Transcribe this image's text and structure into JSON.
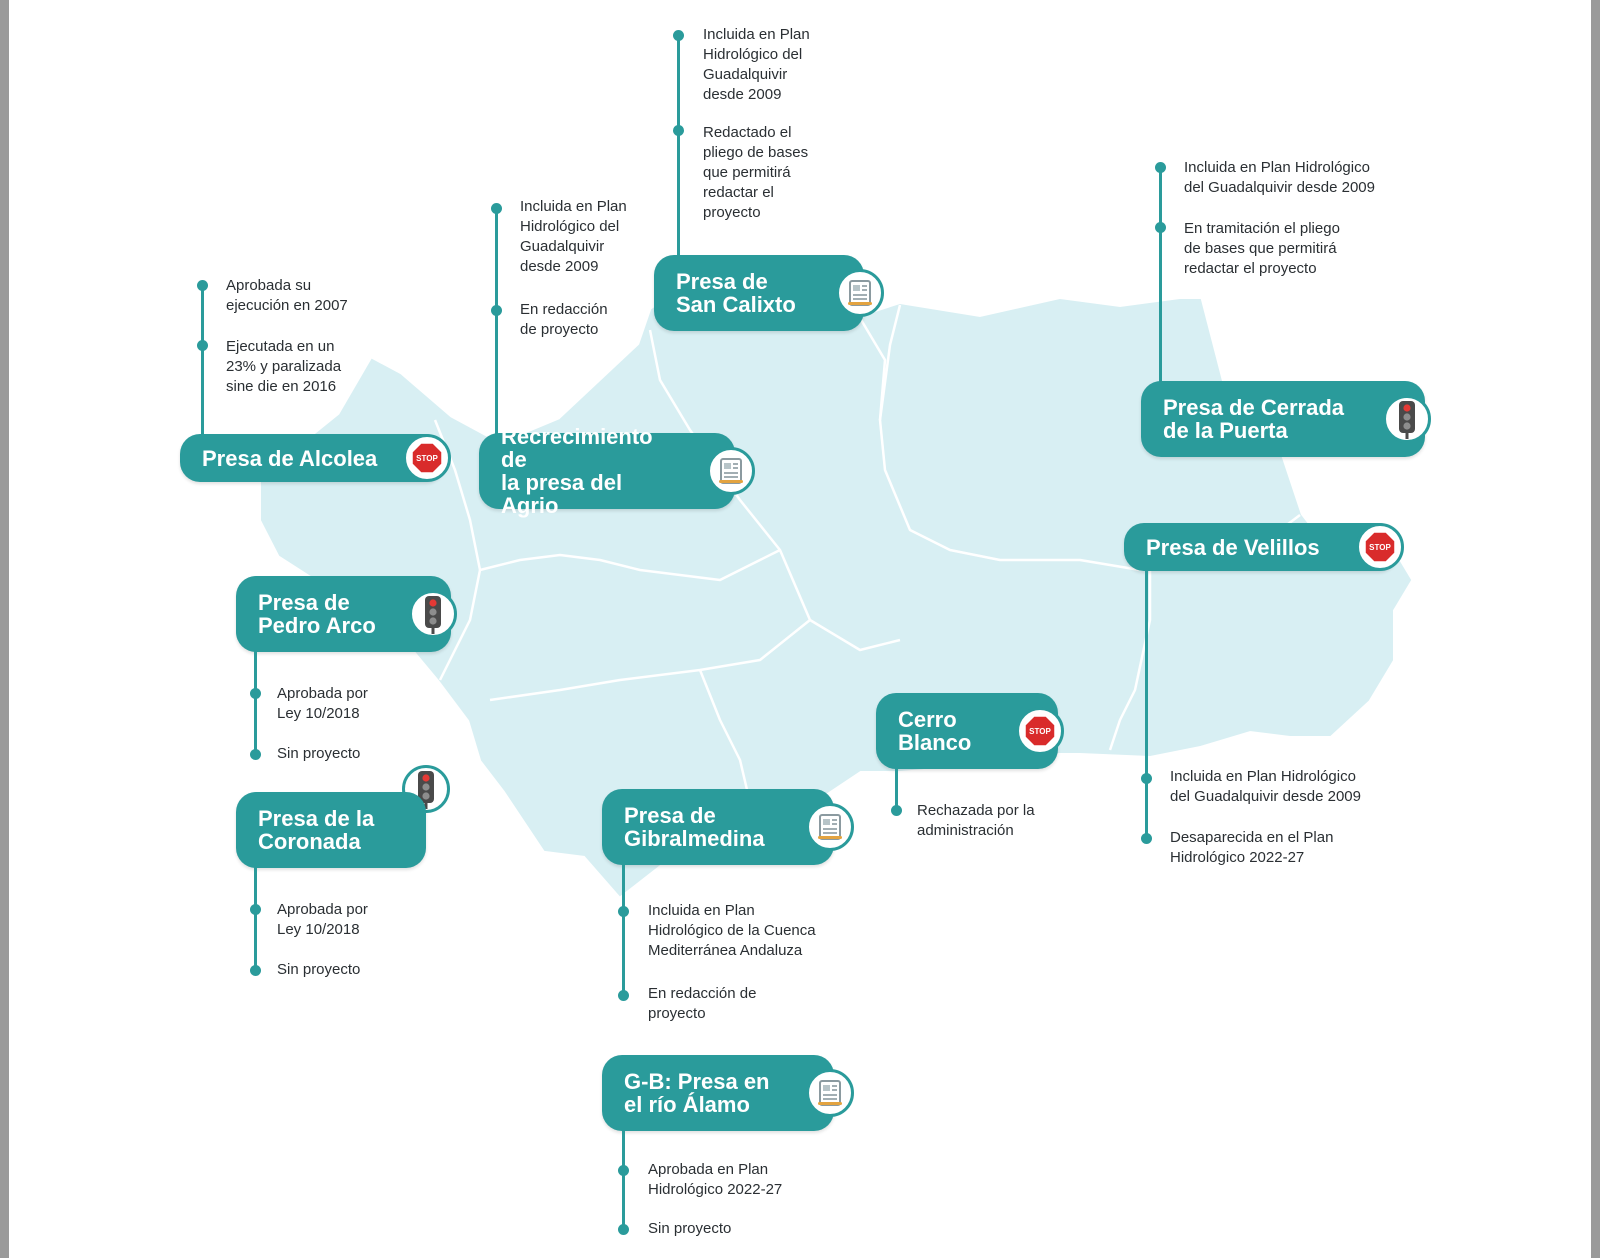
{
  "colors": {
    "accent": "#2a9b9b",
    "land": "#d8eff3",
    "stop": "#d92b2b",
    "text": "#2a2f33"
  },
  "icons": {
    "stop": "stop-sign-icon",
    "traffic_light": "traffic-light-icon",
    "document": "document-icon"
  },
  "stop_sign_text": "STOP",
  "dams": {
    "san_calixto": {
      "name": "Presa de\nSan Calixto",
      "status_icon": "document",
      "notes": [
        "Incluida en Plan\nHidrológico del\nGuadalquivir\ndesde 2009",
        "Redactado el\npliego de bases\nque permitirá\nredactar el\nproyecto"
      ]
    },
    "agrio": {
      "name": "Recrecimiento de\nla presa del Agrio",
      "status_icon": "document",
      "notes": [
        "Incluida en Plan\nHidrológico del\nGuadalquivir\ndesde 2009",
        "En redacción\nde proyecto"
      ]
    },
    "alcolea": {
      "name": "Presa de Alcolea",
      "status_icon": "stop",
      "notes": [
        "Aprobada su\nejecución en 2007",
        "Ejecutada en un\n23% y paralizada\nsine die en 2016"
      ]
    },
    "cerrada": {
      "name": "Presa de Cerrada\nde la Puerta",
      "status_icon": "traffic_light",
      "notes": [
        "Incluida en Plan Hidrológico\ndel Guadalquivir desde 2009",
        "En tramitación el pliego\nde bases que permitirá\nredactar el proyecto"
      ]
    },
    "velillos": {
      "name": "Presa de Velillos",
      "status_icon": "stop",
      "notes": [
        "Incluida en Plan Hidrológico\ndel Guadalquivir desde 2009",
        "Desaparecida en el Plan\nHidrológico 2022-27"
      ]
    },
    "pedro_arco": {
      "name": "Presa de\nPedro Arco",
      "status_icon": "traffic_light",
      "notes": [
        "Aprobada por\nLey 10/2018",
        "Sin proyecto"
      ]
    },
    "coronada": {
      "name": "Presa de la\nCoronada",
      "status_icon": "traffic_light",
      "notes": [
        "Aprobada por\nLey 10/2018",
        "Sin proyecto"
      ]
    },
    "cerro_blanco": {
      "name": "Cerro\nBlanco",
      "status_icon": "stop",
      "notes": [
        "Rechazada por la\nadministración"
      ]
    },
    "gibralmedina": {
      "name": "Presa de\nGibralmedina",
      "status_icon": "document",
      "notes": [
        "Incluida en Plan\nHidrológico de la Cuenca\nMediterránea Andaluza",
        "En redacción de\nproyecto"
      ]
    },
    "alamo": {
      "name": "G-B: Presa en\nel río Álamo",
      "status_icon": "document",
      "notes": [
        "Aprobada en Plan\nHidrológico 2022-27",
        "Sin proyecto"
      ]
    }
  }
}
